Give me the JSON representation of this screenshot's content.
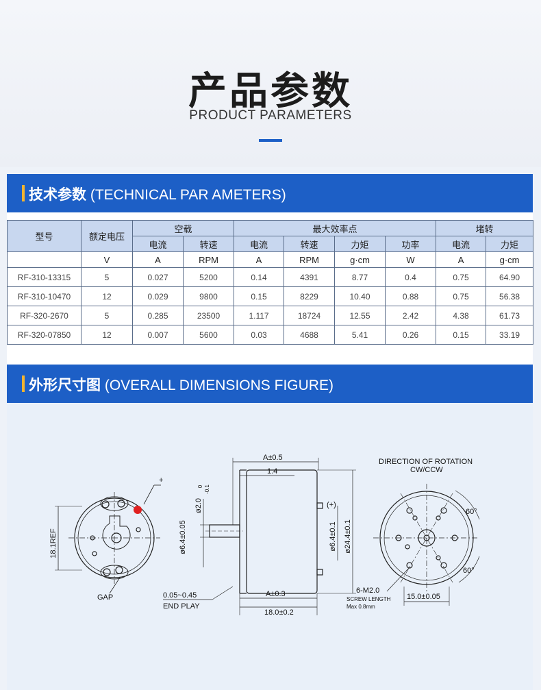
{
  "header": {
    "title_cn": "产品参数",
    "title_en": "PRODUCT PARAMETERS"
  },
  "section_tech": {
    "title_cn": "技术参数",
    "title_en": "(TECHNICAL PAR AMETERS)"
  },
  "section_dims": {
    "title_cn": "外形尺寸图",
    "title_en": "(OVERALL DIMENSIONS FIGURE)"
  },
  "table": {
    "col_model": "型号",
    "col_voltage": "额定电压",
    "group_noload": "空载",
    "group_maxeff": "最大效率点",
    "group_stall": "堵转",
    "sub_current": "电流",
    "sub_speed": "转速",
    "sub_torque": "力矩",
    "sub_power": "功率",
    "units": [
      "V",
      "A",
      "RPM",
      "A",
      "RPM",
      "g·cm",
      "W",
      "A",
      "g·cm"
    ],
    "rows": [
      [
        "RF-310-13315",
        "5",
        "0.027",
        "5200",
        "0.14",
        "4391",
        "8.77",
        "0.4",
        "0.75",
        "64.90"
      ],
      [
        "RF-310-10470",
        "12",
        "0.029",
        "9800",
        "0.15",
        "8229",
        "10.40",
        "0.88",
        "0.75",
        "56.38"
      ],
      [
        "RF-320-2670",
        "5",
        "0.285",
        "23500",
        "1.117",
        "18724",
        "12.55",
        "2.42",
        "4.38",
        "61.73"
      ],
      [
        "RF-320-07850",
        "12",
        "0.007",
        "5600",
        "0.03",
        "4688",
        "5.41",
        "0.26",
        "0.15",
        "33.19"
      ]
    ]
  },
  "diagram": {
    "plus": "+",
    "label_18ref": "18.1REF",
    "label_gap": "GAP",
    "label_a05": "A±0.5",
    "label_14": "1.4",
    "label_shaft_dia": "ø2.0",
    "label_shaft_tol": "-0.1",
    "label_shaft_tol0": "0",
    "label_plus_term": "(+)",
    "label_boss_left": "ø6.4±0.05",
    "label_boss_right": "ø6.4±0.1",
    "label_body": "ø24.4±0.1",
    "label_endplay1": "0.05~0.45",
    "label_endplay2": "END PLAY",
    "label_a03": "A±0.3",
    "label_180": "18.0±0.2",
    "label_dir1": "DIRECTION OF ROTATION",
    "label_dir2": "CW/CCW",
    "label_60a": "60°",
    "label_60b": "60°",
    "label_m2_1": "6-M2.0",
    "label_m2_2": "SCREW LENGTH",
    "label_m2_3": "Max 0.8mm",
    "label_150": "15.0±0.05"
  },
  "colors": {
    "accent_blue": "#1d5fc6",
    "accent_yellow": "#f2b431",
    "table_header": "#c8d7ef",
    "terminal_red": "#e02020"
  }
}
